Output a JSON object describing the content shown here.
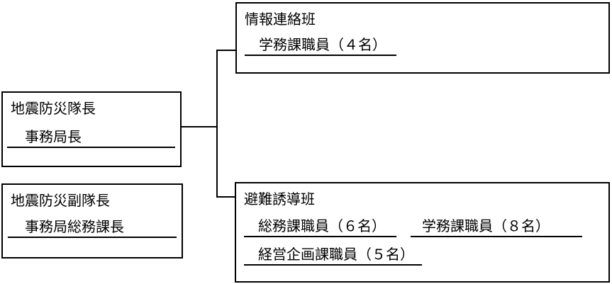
{
  "diagram": {
    "kind": "org-chart",
    "bg_color": "#ffffff",
    "line_color": "#000000",
    "boxes": {
      "leader": {
        "title": "地震防災隊長",
        "member1": "事務局長"
      },
      "deputy": {
        "title": "地震防災副隊長",
        "member1": "事務局総務課長"
      },
      "info": {
        "title": "情報連絡班",
        "member1": "学務課職員（４名）"
      },
      "evac": {
        "title": "避難誘導班",
        "member1": "総務課職員（６名）",
        "member2": "学務課職員（８名）",
        "member3": "経営企画課職員（５名）"
      }
    }
  }
}
